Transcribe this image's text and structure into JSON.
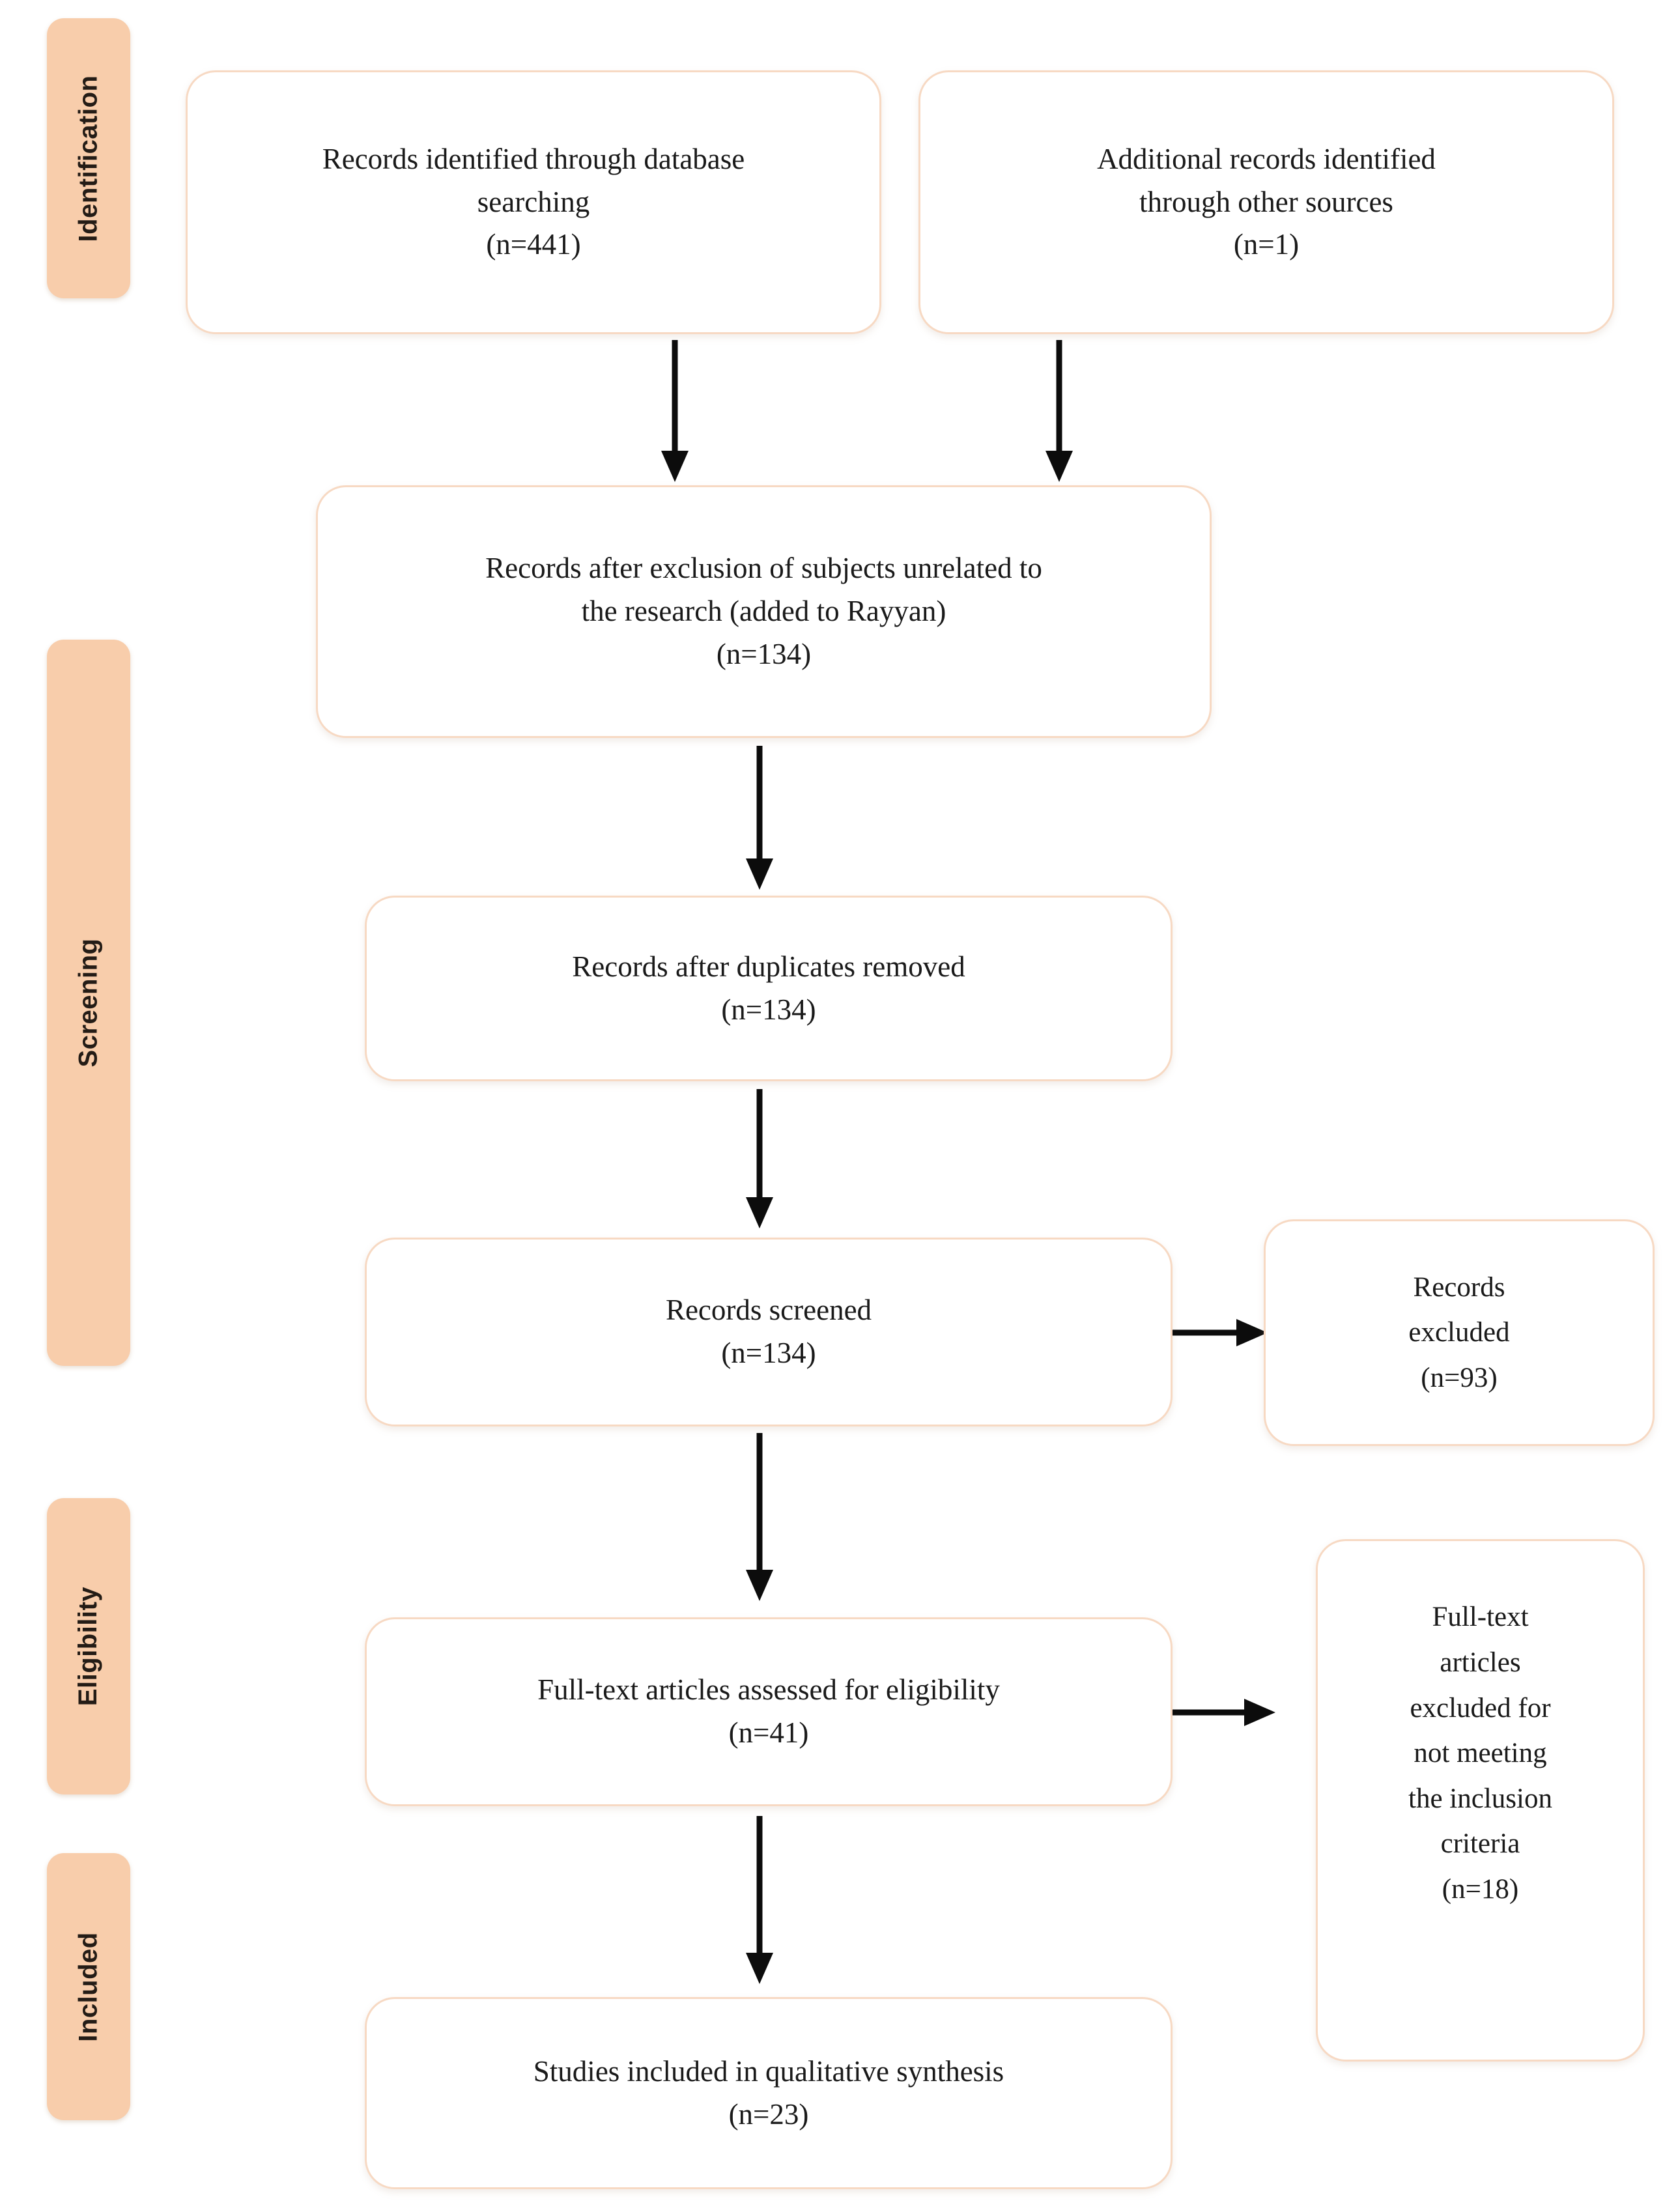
{
  "diagram": {
    "title": "PRISMA flow diagram",
    "accent_color": "#f8cdab",
    "box_border_color": "#f7d9c3",
    "text_color": "#1a1a1a",
    "background_color": "#ffffff"
  },
  "stages": [
    {
      "id": "identification",
      "label": "Identification"
    },
    {
      "id": "screening",
      "label": "Screening"
    },
    {
      "id": "eligibility",
      "label": "Eligibility"
    },
    {
      "id": "included",
      "label": "Included"
    }
  ],
  "boxes": {
    "database_search": {
      "text": "Records identified through database\nsearching\n(n=441)",
      "n": 441
    },
    "other_sources": {
      "text": "Additional records identified\nthrough other sources\n(n=1)",
      "n": 1
    },
    "after_exclusion": {
      "text": "Records after exclusion of subjects unrelated to\nthe research (added to Rayyan)\n(n=134)",
      "n": 134
    },
    "duplicates_removed": {
      "text": "Records after duplicates removed\n(n=134)",
      "n": 134
    },
    "records_screened": {
      "text": "Records screened\n(n=134)",
      "n": 134
    },
    "records_excluded": {
      "text": "Records\nexcluded\n(n=93)",
      "n": 93
    },
    "fulltext_assessed": {
      "text": "Full-text articles assessed for eligibility\n(n=41)",
      "n": 41
    },
    "fulltext_excluded": {
      "text": "Full-text\narticles\nexcluded for\nnot meeting\nthe inclusion\ncriteria\n(n=18)",
      "n": 18
    },
    "studies_included": {
      "text": "Studies included in qualitative synthesis\n(n=23)",
      "n": 23
    }
  },
  "arrows": [
    {
      "id": "db-to-exclusion",
      "direction": "down"
    },
    {
      "id": "other-to-exclusion",
      "direction": "down"
    },
    {
      "id": "exclusion-to-duplicates",
      "direction": "down"
    },
    {
      "id": "duplicates-to-screened",
      "direction": "down"
    },
    {
      "id": "screened-to-excluded",
      "direction": "right"
    },
    {
      "id": "screened-to-fulltext",
      "direction": "down"
    },
    {
      "id": "fulltext-to-excluded",
      "direction": "right"
    },
    {
      "id": "fulltext-to-included",
      "direction": "down"
    }
  ]
}
